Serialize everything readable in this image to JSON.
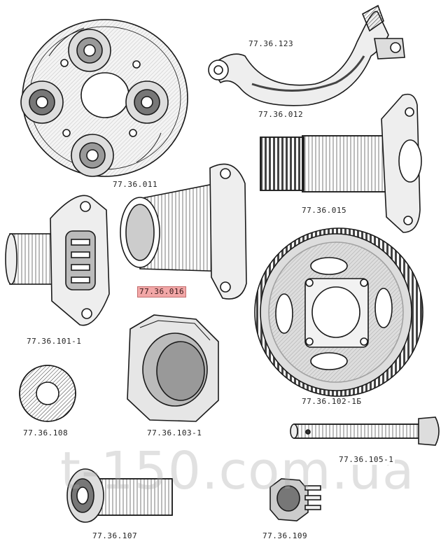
{
  "watermark": "t-150.com.ua",
  "highlight_color": "#f2a7a7",
  "parts": [
    {
      "id": "77.36.123",
      "name": "part-77-36-123"
    },
    {
      "id": "77.36.012",
      "name": "part-77-36-012"
    },
    {
      "id": "77.36.011",
      "name": "part-77-36-011"
    },
    {
      "id": "77.36.015",
      "name": "part-77-36-015"
    },
    {
      "id": "77.36.016",
      "name": "part-77-36-016",
      "highlighted": true
    },
    {
      "id": "77.36.101-1",
      "name": "part-77-36-101-1"
    },
    {
      "id": "77.36.102-1Б",
      "name": "part-77-36-102-1b"
    },
    {
      "id": "77.36.108",
      "name": "part-77-36-108"
    },
    {
      "id": "77.36.103-1",
      "name": "part-77-36-103-1"
    },
    {
      "id": "77.36.105-1",
      "name": "part-77-36-105-1"
    },
    {
      "id": "77.36.107",
      "name": "part-77-36-107"
    },
    {
      "id": "77.36.109",
      "name": "part-77-36-109"
    }
  ]
}
